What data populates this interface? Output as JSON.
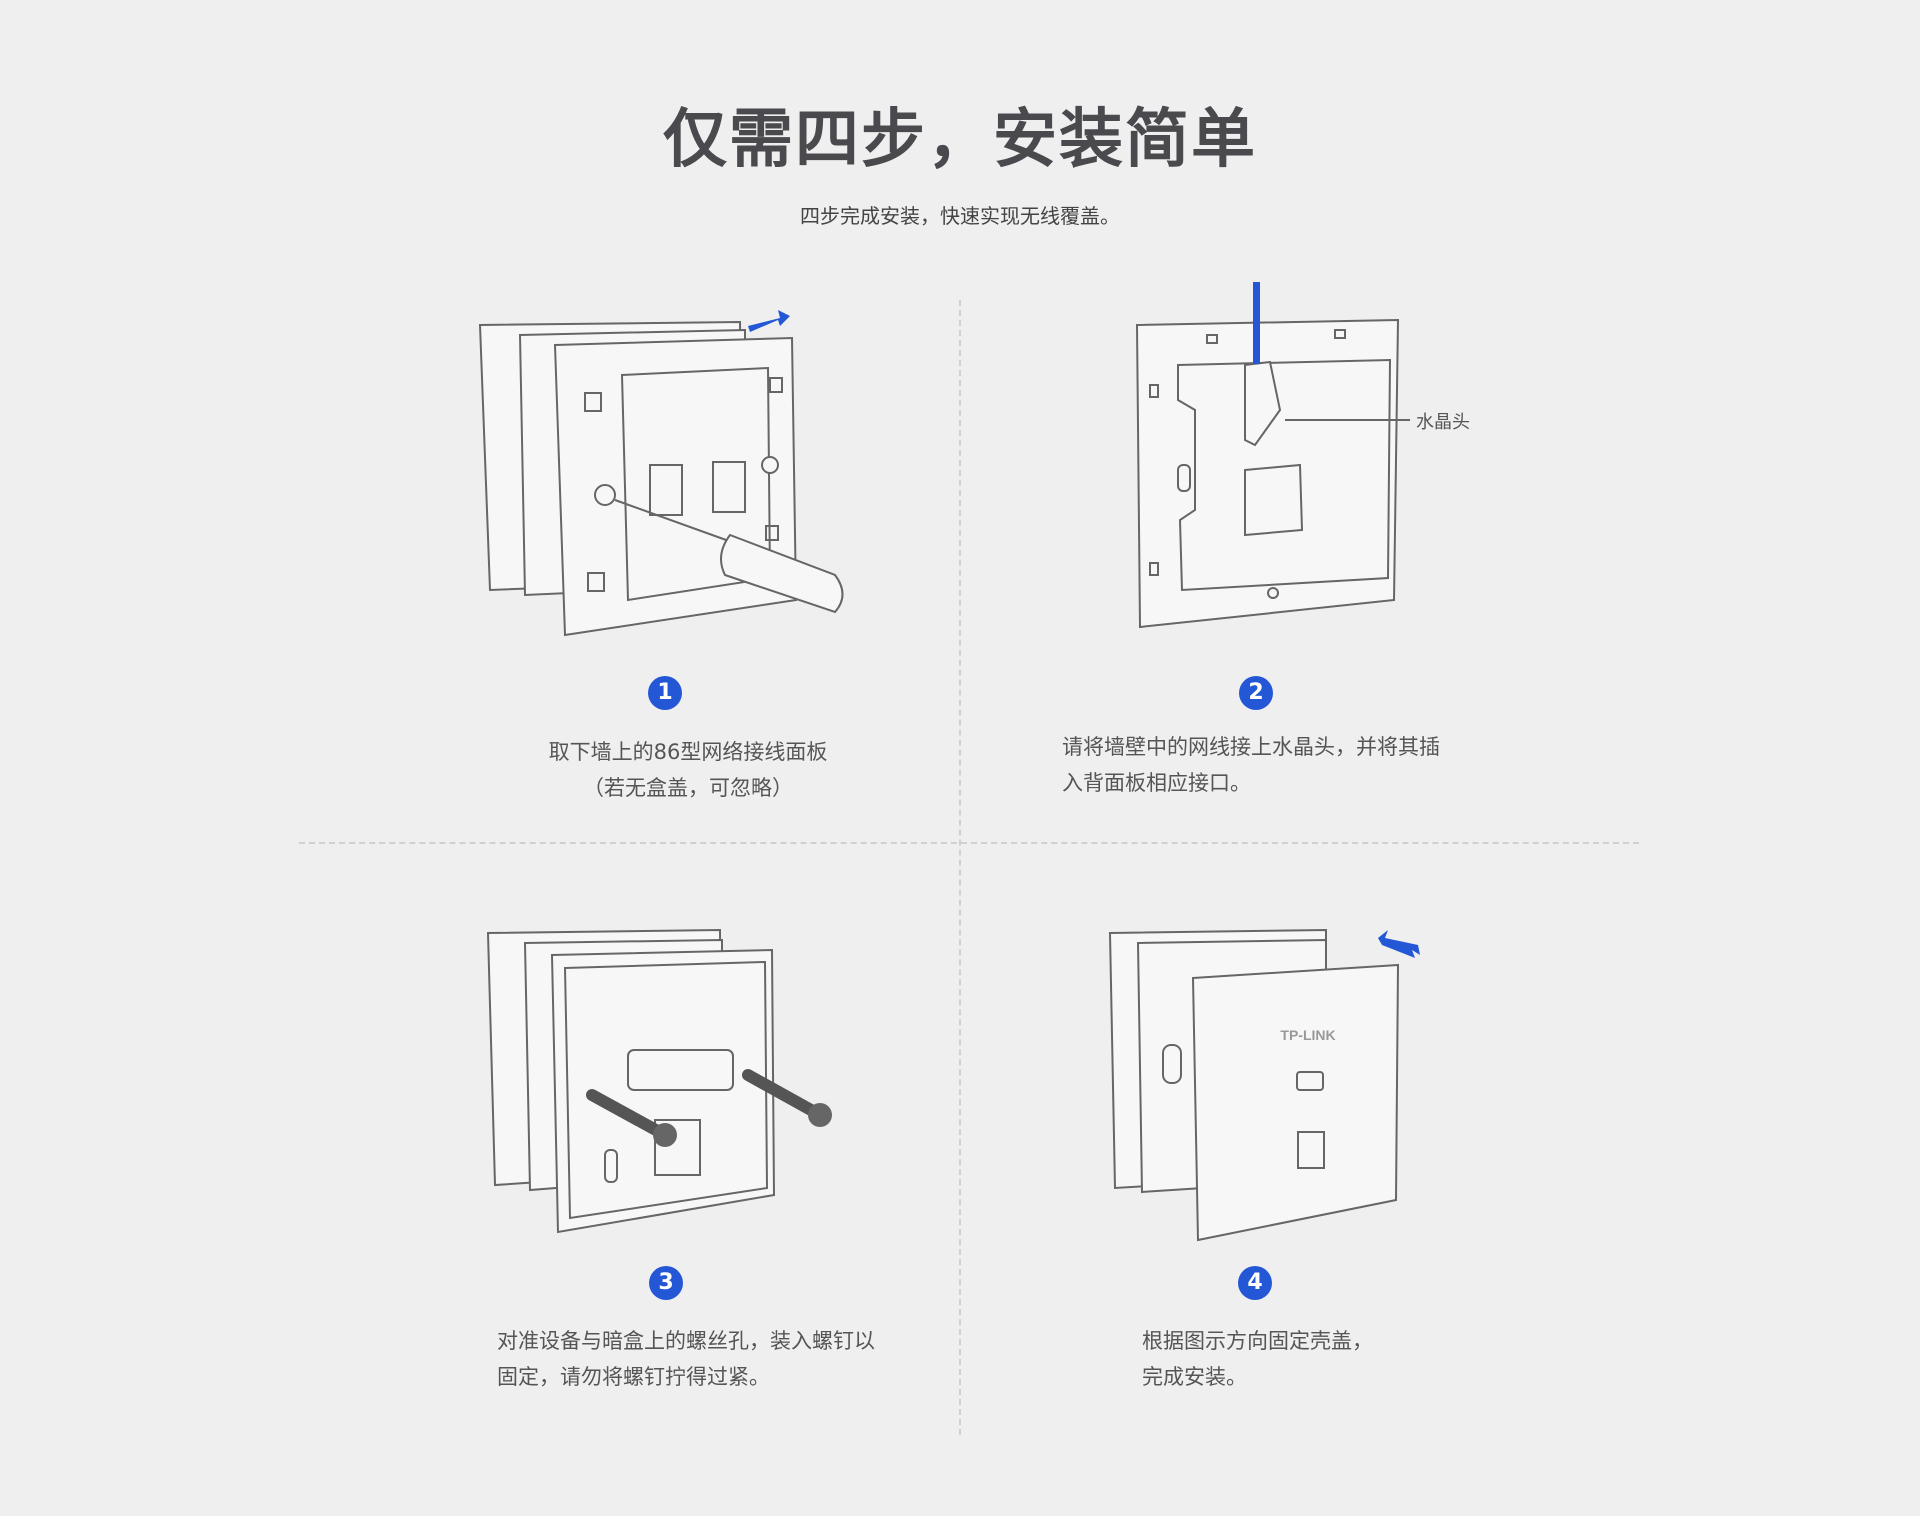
{
  "header": {
    "title": "仅需四步，安装简单",
    "subtitle": "四步完成安装，快速实现无线覆盖。"
  },
  "accent_color": "#2457d6",
  "steps": [
    {
      "number": "1",
      "lines": [
        "取下墙上的86型网络接线面板",
        "（若无盒盖，可忽略）"
      ]
    },
    {
      "number": "2",
      "lines": [
        "请将墙壁中的网线接上水晶头，并将其插",
        "入背面板相应接口。"
      ],
      "callout": "水晶头"
    },
    {
      "number": "3",
      "lines": [
        "对准设备与暗盒上的螺丝孔，装入螺钉以",
        "固定，请勿将螺钉拧得过紧。"
      ]
    },
    {
      "number": "4",
      "lines": [
        "根据图示方向固定壳盖，",
        "完成安装。"
      ],
      "logo": "TP-LINK"
    }
  ]
}
